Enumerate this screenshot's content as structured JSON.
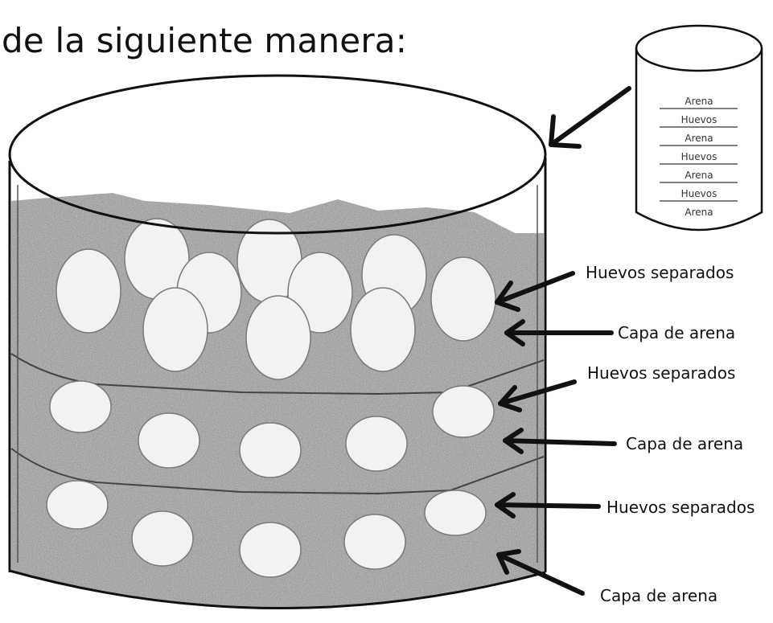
{
  "heading": "de la siguiente manera:",
  "callouts": [
    "Huevos separados",
    "Capa de arena",
    "Huevos separados",
    "Capa de arena",
    "Huevos separados",
    "Capa de arena"
  ],
  "mini_layers": [
    "Arena",
    "Huevos",
    "Arena",
    "Huevos",
    "Arena",
    "Huevos",
    "Arena"
  ],
  "colors": {
    "sand": "#a8a8a8",
    "egg": "#f2f2f2",
    "ink": "#111111"
  }
}
